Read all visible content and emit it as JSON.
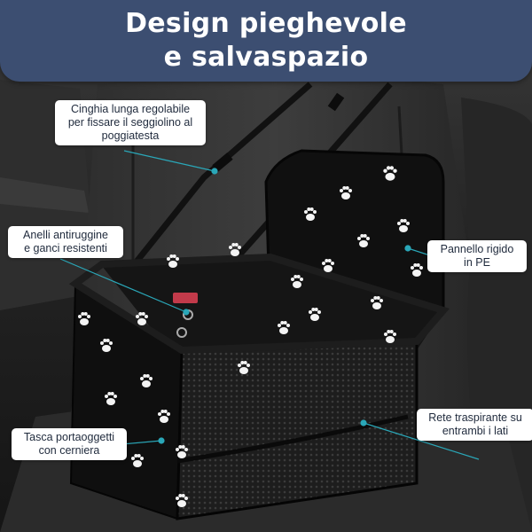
{
  "banner": {
    "title_line1": "Design pieghevole",
    "title_line2": "e salvaspazio"
  },
  "callouts": {
    "strap": [
      "Cinghia lunga regolabile",
      "per fissare il seggiolino al",
      "poggiatesta"
    ],
    "rings": [
      "Anelli antiruggine",
      "e ganci resistenti"
    ],
    "panel": [
      "Pannello rigido",
      "in PE"
    ],
    "pocket": [
      "Tasca portaoggetti",
      "con cerniera"
    ],
    "mesh": [
      "Rete traspirante su",
      "entrambi i lati"
    ]
  },
  "colors": {
    "banner": "#3c4e71",
    "accent_line": "#2aa7b8",
    "label_bg": "#ffffff",
    "label_text": "#1f2a3c"
  }
}
